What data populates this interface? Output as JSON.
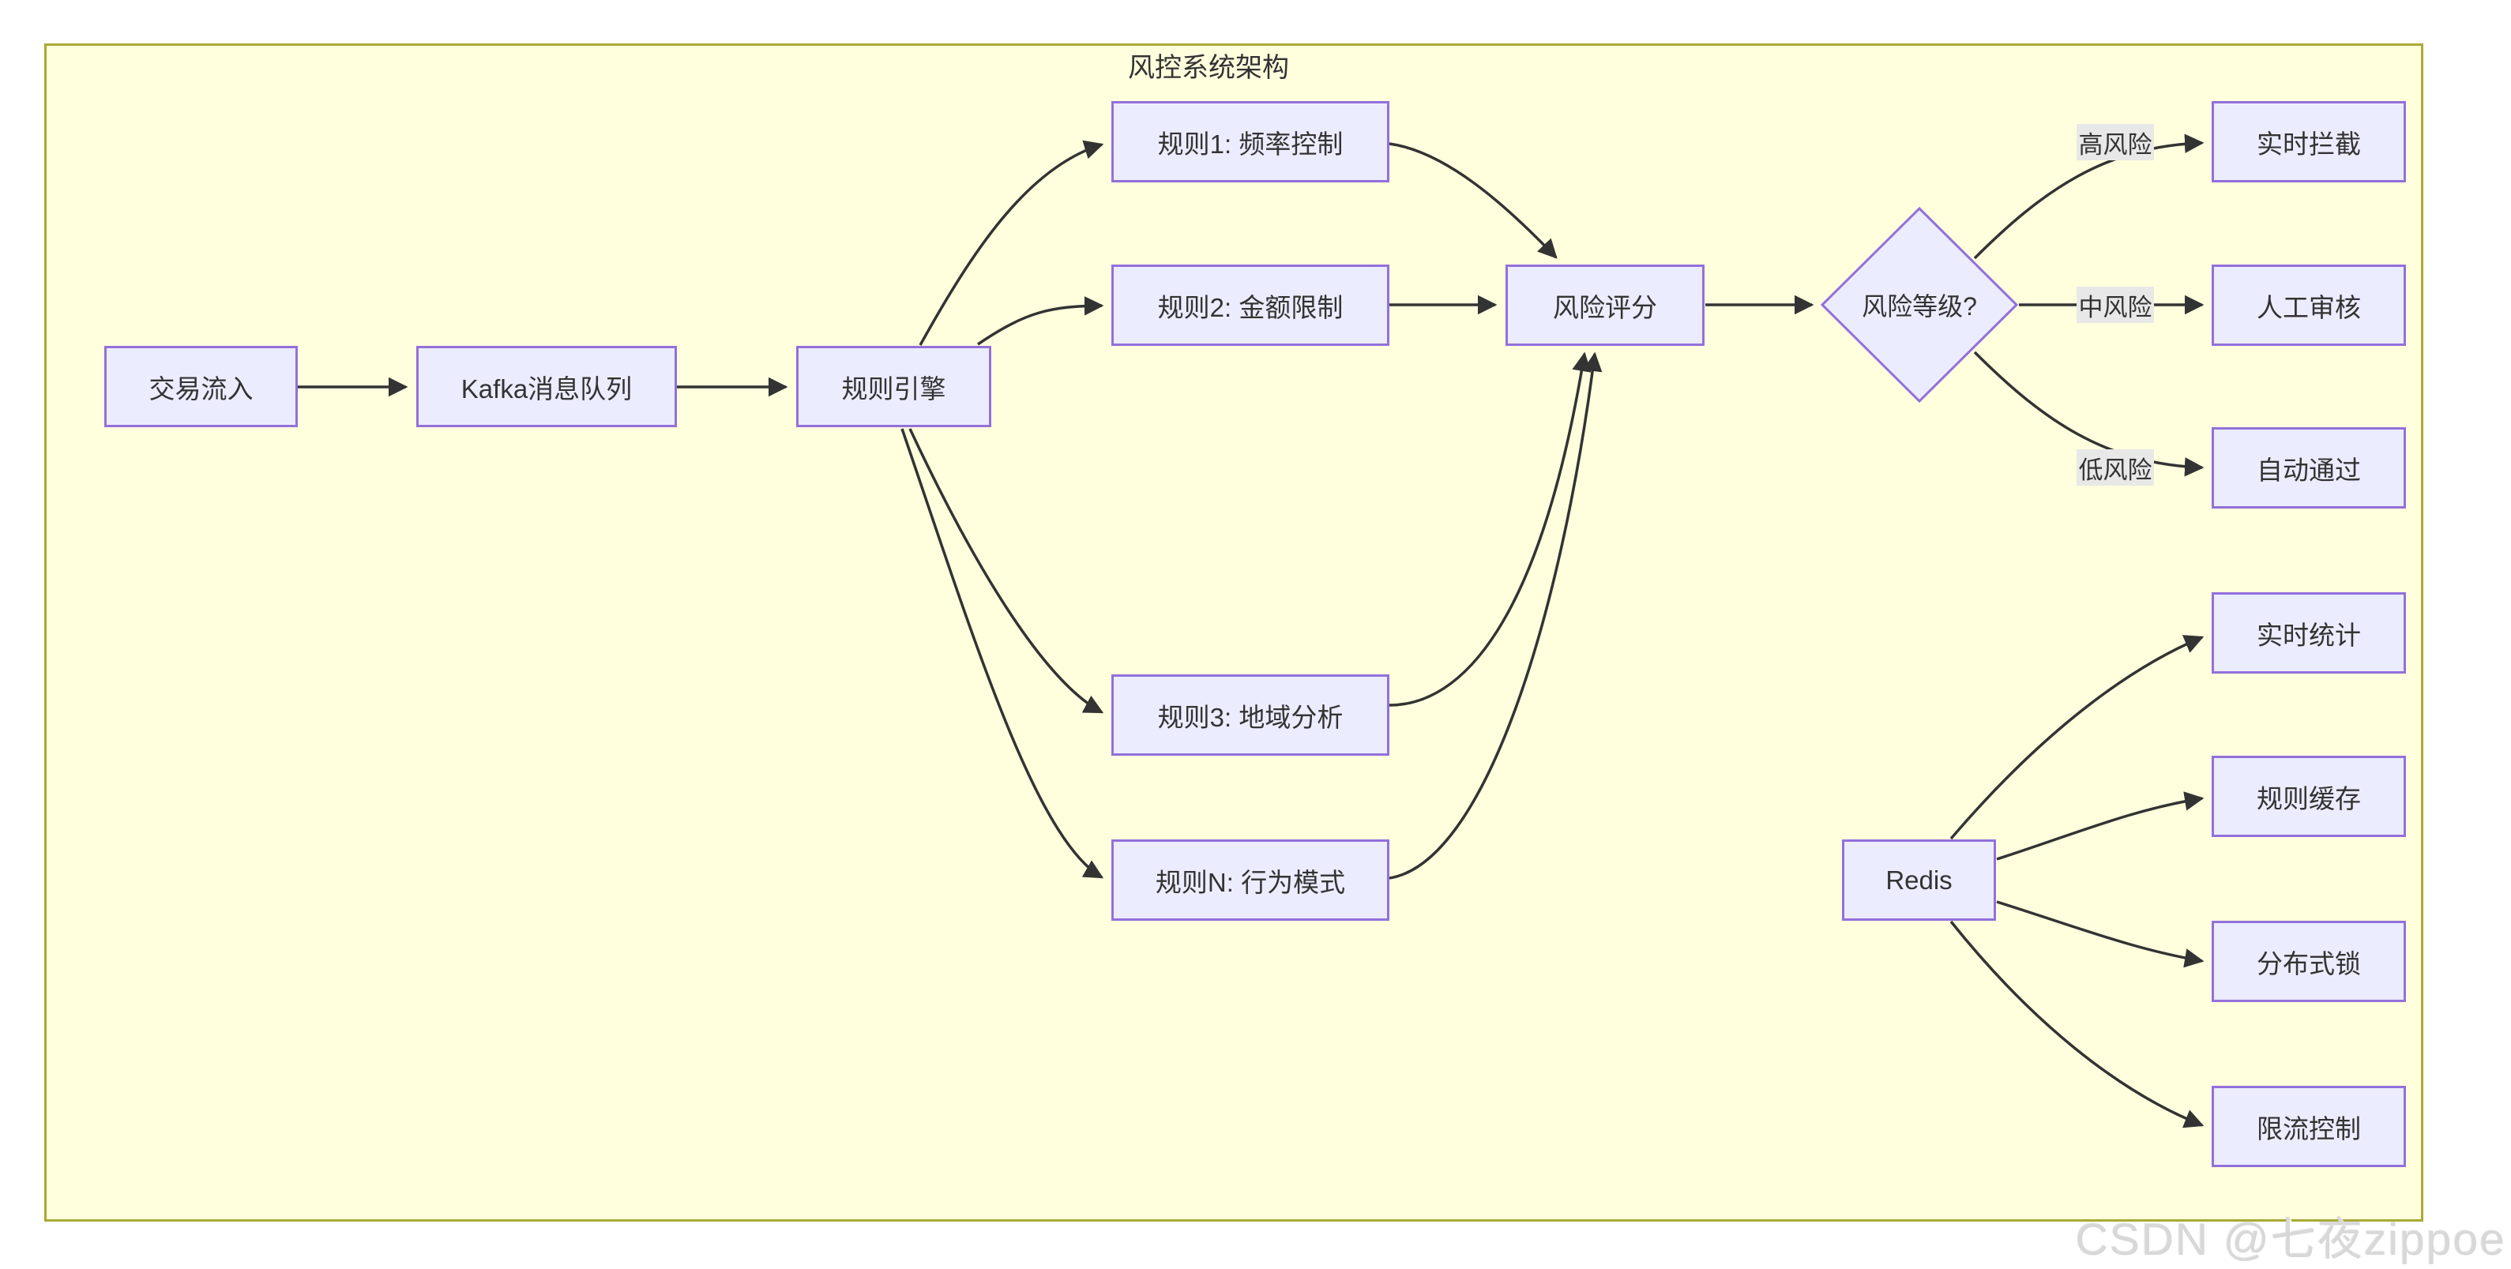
{
  "diagram_title": "风控系统架构",
  "watermark": "CSDN @七夜zippoe",
  "colors": {
    "page_background": "#ffffff",
    "canvas_background": "#ffffde",
    "canvas_border": "#aaaa33",
    "node_fill": "#ececff",
    "node_border": "#9370db",
    "edge_line": "#333333",
    "text": "#333333",
    "edge_label_background": "#e8e8e8",
    "watermark_color": "#d8d8d8"
  },
  "nodes": {
    "transaction_inflow": "交易流入",
    "kafka_queue": "Kafka消息队列",
    "rule_engine": "规则引擎",
    "rule1": "规则1: 频率控制",
    "rule2": "规则2: 金额限制",
    "rule3": "规则3: 地域分析",
    "ruleN": "规则N: 行为模式",
    "risk_score": "风险评分",
    "risk_level": "风险等级?",
    "realtime_block": "实时拦截",
    "manual_review": "人工审核",
    "auto_pass": "自动通过",
    "redis": "Redis",
    "realtime_stats": "实时统计",
    "rule_cache": "规则缓存",
    "distributed_lock": "分布式锁",
    "rate_limit": "限流控制"
  },
  "edge_labels": {
    "high_risk": "高风险",
    "medium_risk": "中风险",
    "low_risk": "低风险"
  },
  "edges": [
    {
      "from": "transaction_inflow",
      "to": "kafka_queue"
    },
    {
      "from": "kafka_queue",
      "to": "rule_engine"
    },
    {
      "from": "rule_engine",
      "to": "rule1"
    },
    {
      "from": "rule_engine",
      "to": "rule2"
    },
    {
      "from": "rule_engine",
      "to": "rule3"
    },
    {
      "from": "rule_engine",
      "to": "ruleN"
    },
    {
      "from": "rule1",
      "to": "risk_score"
    },
    {
      "from": "rule2",
      "to": "risk_score"
    },
    {
      "from": "rule3",
      "to": "risk_score"
    },
    {
      "from": "ruleN",
      "to": "risk_score"
    },
    {
      "from": "risk_score",
      "to": "risk_level"
    },
    {
      "from": "risk_level",
      "to": "realtime_block",
      "label": "高风险"
    },
    {
      "from": "risk_level",
      "to": "manual_review",
      "label": "中风险"
    },
    {
      "from": "risk_level",
      "to": "auto_pass",
      "label": "低风险"
    },
    {
      "from": "redis",
      "to": "realtime_stats"
    },
    {
      "from": "redis",
      "to": "rule_cache"
    },
    {
      "from": "redis",
      "to": "distributed_lock"
    },
    {
      "from": "redis",
      "to": "rate_limit"
    }
  ]
}
